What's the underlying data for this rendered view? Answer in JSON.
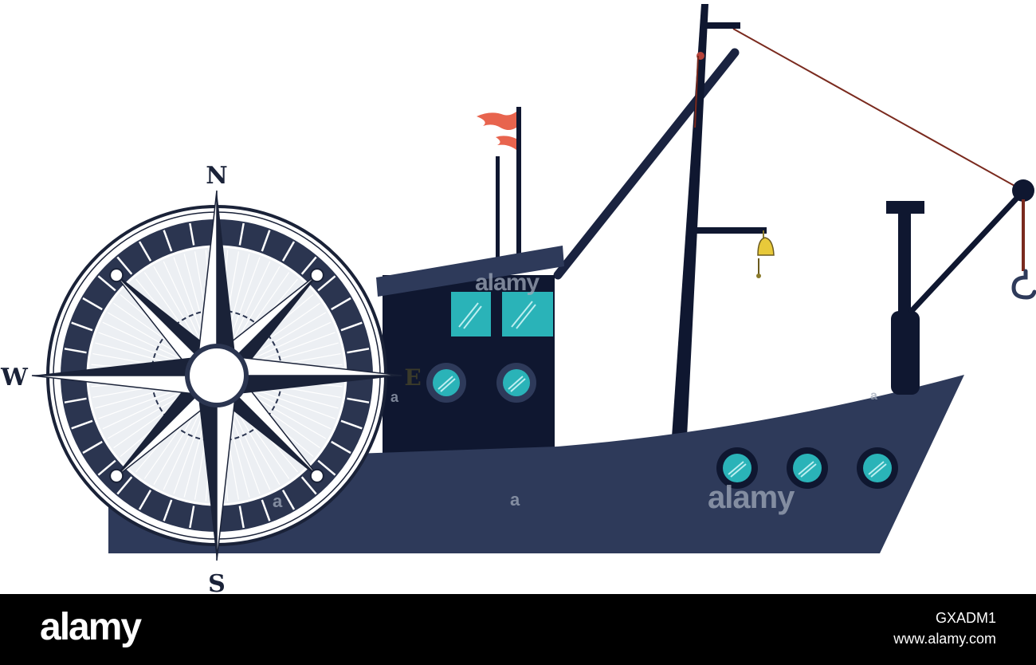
{
  "compass": {
    "north": "N",
    "south": "S",
    "west": "W",
    "east": "E"
  },
  "watermarks": {
    "main": "alamy",
    "small": "a"
  },
  "footer": {
    "logo": "alamy",
    "image_id": "GXADM1",
    "url": "www.alamy.com"
  },
  "colors": {
    "hull": "#2e3a5a",
    "cabin": "#0f1730",
    "window": "#2ab3b8",
    "flag": "#e8644e",
    "compass_ring": "#2b3550",
    "footer_bg": "#000000"
  },
  "icons": [
    "compass-rose-icon",
    "fishing-boat-icon",
    "flag-icon",
    "hook-icon",
    "bell-icon"
  ]
}
